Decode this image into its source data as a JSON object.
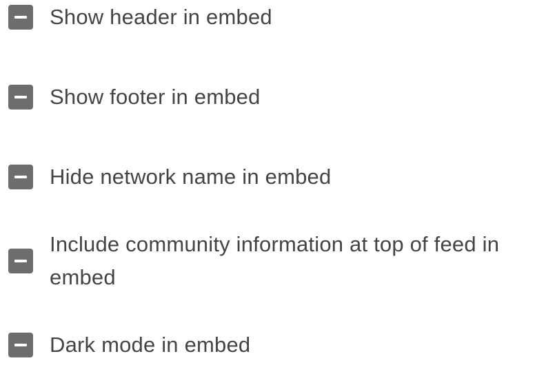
{
  "options": [
    {
      "label": "Show header in embed",
      "state": "indeterminate"
    },
    {
      "label": "Show footer in embed",
      "state": "indeterminate"
    },
    {
      "label": "Hide network name in embed",
      "state": "indeterminate"
    },
    {
      "label": "Include community information at top of feed in embed",
      "state": "indeterminate"
    },
    {
      "label": "Dark mode in embed",
      "state": "indeterminate"
    }
  ],
  "colors": {
    "checkbox_fill": "#6d6d6d",
    "checkbox_mark": "#ffffff",
    "label_text": "#444444"
  },
  "icons": {
    "checkbox_mark": "minus-icon"
  }
}
